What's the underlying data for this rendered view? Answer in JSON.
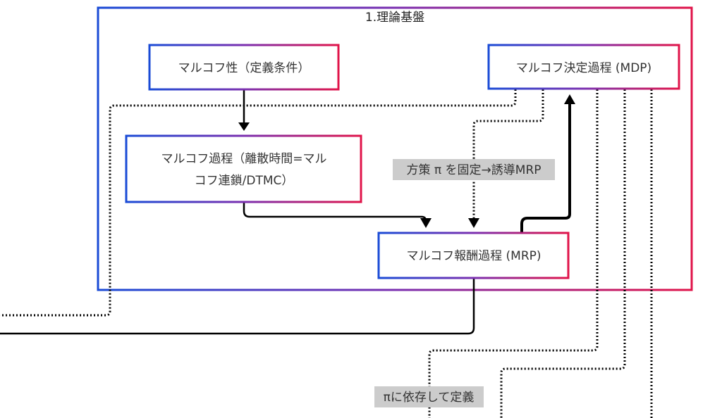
{
  "colors": {
    "gradient_start": "#1a4bd6",
    "gradient_mid": "#7a2fb0",
    "gradient_end": "#e0144a",
    "edge": "#000000",
    "edge_label_bg": "#cccccc",
    "text": "#333333",
    "background": "#ffffff"
  },
  "group": {
    "title": "1.理論基盤"
  },
  "nodes": {
    "markov_property": {
      "label": "マルコフ性（定義条件）"
    },
    "mdp": {
      "label": "マルコフ決定過程 (MDP)"
    },
    "markov_process": {
      "line1": "マルコフ過程（離散時間=マル",
      "line2": "コフ連鎖/DTMC）"
    },
    "mrp": {
      "label": "マルコフ報酬過程 (MRP)"
    }
  },
  "edges": [
    {
      "from": "markov_property",
      "to": "markov_process",
      "style": "solid",
      "label": ""
    },
    {
      "from": "markov_process",
      "to": "mrp",
      "style": "solid",
      "label": ""
    },
    {
      "from": "mdp",
      "to": "mrp",
      "style": "dotted",
      "label": "方策 π を固定→誘導MRP"
    },
    {
      "from": "mrp",
      "to": "mdp",
      "style": "solid-thick",
      "label": ""
    },
    {
      "from": "mdp",
      "to": "offscreen-left",
      "style": "dotted",
      "label": ""
    },
    {
      "from": "mrp",
      "to": "offscreen-left",
      "style": "solid",
      "label": ""
    },
    {
      "from": "mdp",
      "to": "offscreen-bottom-1",
      "style": "dotted",
      "label": "πに依存して定義"
    },
    {
      "from": "mdp",
      "to": "offscreen-bottom-2",
      "style": "dotted",
      "label": ""
    },
    {
      "from": "mdp",
      "to": "offscreen-bottom-3",
      "style": "dotted",
      "label": ""
    }
  ],
  "edge_labels": {
    "policy_fixed": "方策 π を固定→誘導MRP",
    "depends_on_pi": "πに依存して定義"
  }
}
